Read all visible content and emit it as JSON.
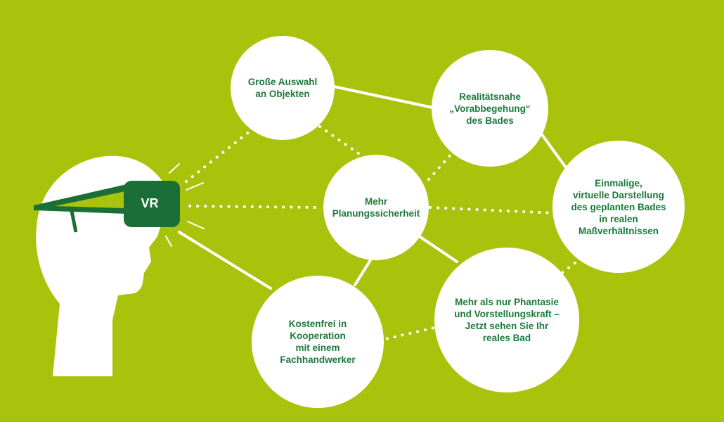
{
  "headset": {
    "label": "VR"
  },
  "nodes": [
    {
      "id": "auswahl",
      "label": "Große Auswahl\nan Objekten"
    },
    {
      "id": "realitaet",
      "label": "Realitätsnahe\n„Vorabbegehung“\ndes Bades"
    },
    {
      "id": "planung",
      "label": "Mehr\nPlanungssicherheit"
    },
    {
      "id": "darstellung",
      "label": "Einmalige,\nvirtuelle Darstellung\ndes geplanten Bades\nin realen\nMaßverhältnissen"
    },
    {
      "id": "phantasie",
      "label": "Mehr als nur Phantasie\nund Vorstellungskraft –\nJetzt sehen Sie Ihr\nreales Bad"
    },
    {
      "id": "kostenfrei",
      "label": "Kostenfrei in\nKooperation\nmit einem\nFachhandwerker"
    }
  ],
  "colors": {
    "background": "#a9c30c",
    "node": "#ffffff",
    "text": "#1b7a3a",
    "headset": "#1b6e35"
  }
}
